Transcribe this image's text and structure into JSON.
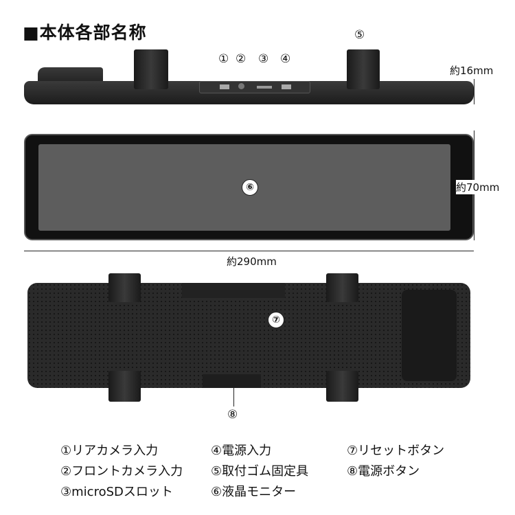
{
  "title": "■本体各部名称",
  "top_view": {
    "labels": [
      "①",
      "②",
      "③",
      "④",
      "⑤"
    ],
    "height_dim": "約16mm"
  },
  "front_view": {
    "label": "⑥",
    "height_dim": "約70mm",
    "width_dim": "約290mm"
  },
  "back_view": {
    "labels": [
      "⑦",
      "⑧"
    ]
  },
  "legend": [
    "①リアカメラ入力",
    "②フロントカメラ入力",
    "③microSDスロット",
    "④電源入力",
    "⑤取付ゴム固定具",
    "⑥液晶モニター",
    "⑦リセットボタン",
    "⑧電源ボタン"
  ]
}
